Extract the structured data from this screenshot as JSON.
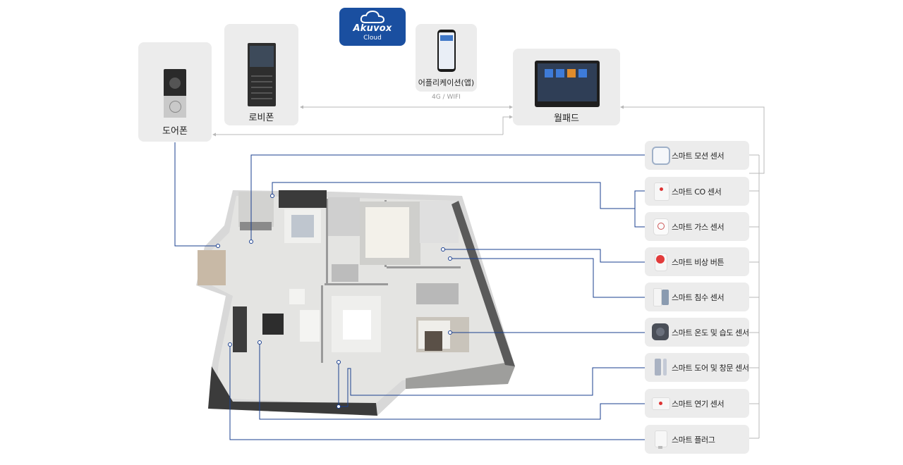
{
  "cloud": {
    "brand": "Akuvox",
    "sub": "Cloud"
  },
  "devices": {
    "doorphone": "도어폰",
    "lobbyphone": "로비폰",
    "app": "어플리케이션(앱)",
    "app_network": "4G / WIFI",
    "wallpad": "월패드"
  },
  "sensors": [
    {
      "label": "스마트 모션 센서",
      "icon": "motion-sensor-icon"
    },
    {
      "label": "스마트 CO 센서",
      "icon": "co-sensor-icon"
    },
    {
      "label": "스마트 가스 센서",
      "icon": "gas-sensor-icon"
    },
    {
      "label": "스마트 비상 버튼",
      "icon": "emergency-button-icon"
    },
    {
      "label": "스마트 침수 센서",
      "icon": "water-leak-sensor-icon"
    },
    {
      "label": "스마트 온도 및 습도 센서",
      "icon": "temperature-humidity-sensor-icon"
    },
    {
      "label": "스마트 도어 및 창문 센서",
      "icon": "door-window-sensor-icon"
    },
    {
      "label": "스마트 연기 센서",
      "icon": "smoke-sensor-icon"
    },
    {
      "label": "스마트 플러그",
      "icon": "smart-plug-icon"
    }
  ],
  "colors": {
    "connector": "#1a3f8f",
    "cloud": "#1a4fa0",
    "card": "#ececec",
    "network_line": "#b5b5b5"
  }
}
